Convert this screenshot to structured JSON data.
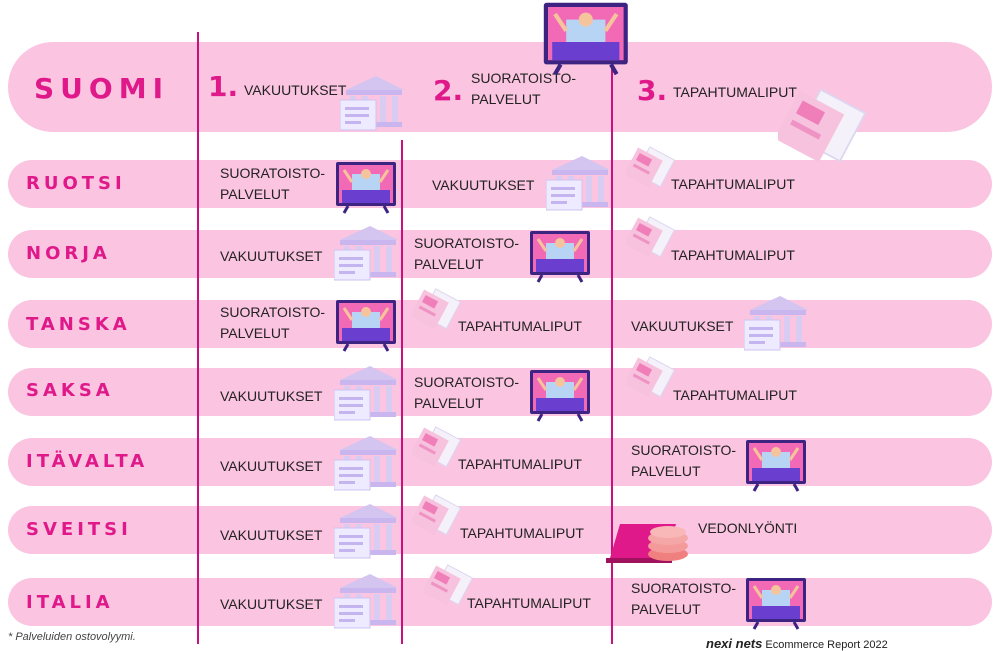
{
  "colors": {
    "row_bg": "#fbc4e1",
    "accent": "#e0198a",
    "line": "#c8117f"
  },
  "countries": [
    "SUOMI",
    "RUOTSI",
    "NORJA",
    "TANSKA",
    "SAKSA",
    "ITÄVALTA",
    "SVEITSI",
    "ITALIA"
  ],
  "ranks": [
    "1.",
    "2.",
    "3."
  ],
  "labels": {
    "suomi": [
      "VAKUUTUKSET",
      "SUORATOISTO-\nPALVELUT",
      "TAPAHTUMALIPUT"
    ],
    "ruotsi": [
      "SUORATOISTO-\nPALVELUT",
      "VAKUUTUKSET",
      "TAPAHTUMALIPUT"
    ],
    "norja": [
      "VAKUUTUKSET",
      "SUORATOISTO-\nPALVELUT",
      "TAPAHTUMALIPUT"
    ],
    "tanska": [
      "SUORATOISTO-\nPALVELUT",
      "TAPAHTUMALIPUT",
      "VAKUUTUKSET"
    ],
    "saksa": [
      "VAKUUTUKSET",
      "SUORATOISTO-\nPALVELUT",
      "TAPAHTUMALIPUT"
    ],
    "itavalta": [
      "VAKUUTUKSET",
      "TAPAHTUMALIPUT",
      "SUORATOISTO-\nPALVELUT"
    ],
    "sveitsi": [
      "VAKUUTUKSET",
      "TAPAHTUMALIPUT",
      "VEDONLYÖNTI"
    ],
    "italia": [
      "VAKUUTUKSET",
      "TAPAHTUMALIPUT",
      "SUORATOISTO-\nPALVELUT"
    ]
  },
  "footnote": "* Palveluiden ostovolyymi.",
  "brand": {
    "logo": "nexi nets",
    "text": "Ecommerce Report 2022"
  }
}
